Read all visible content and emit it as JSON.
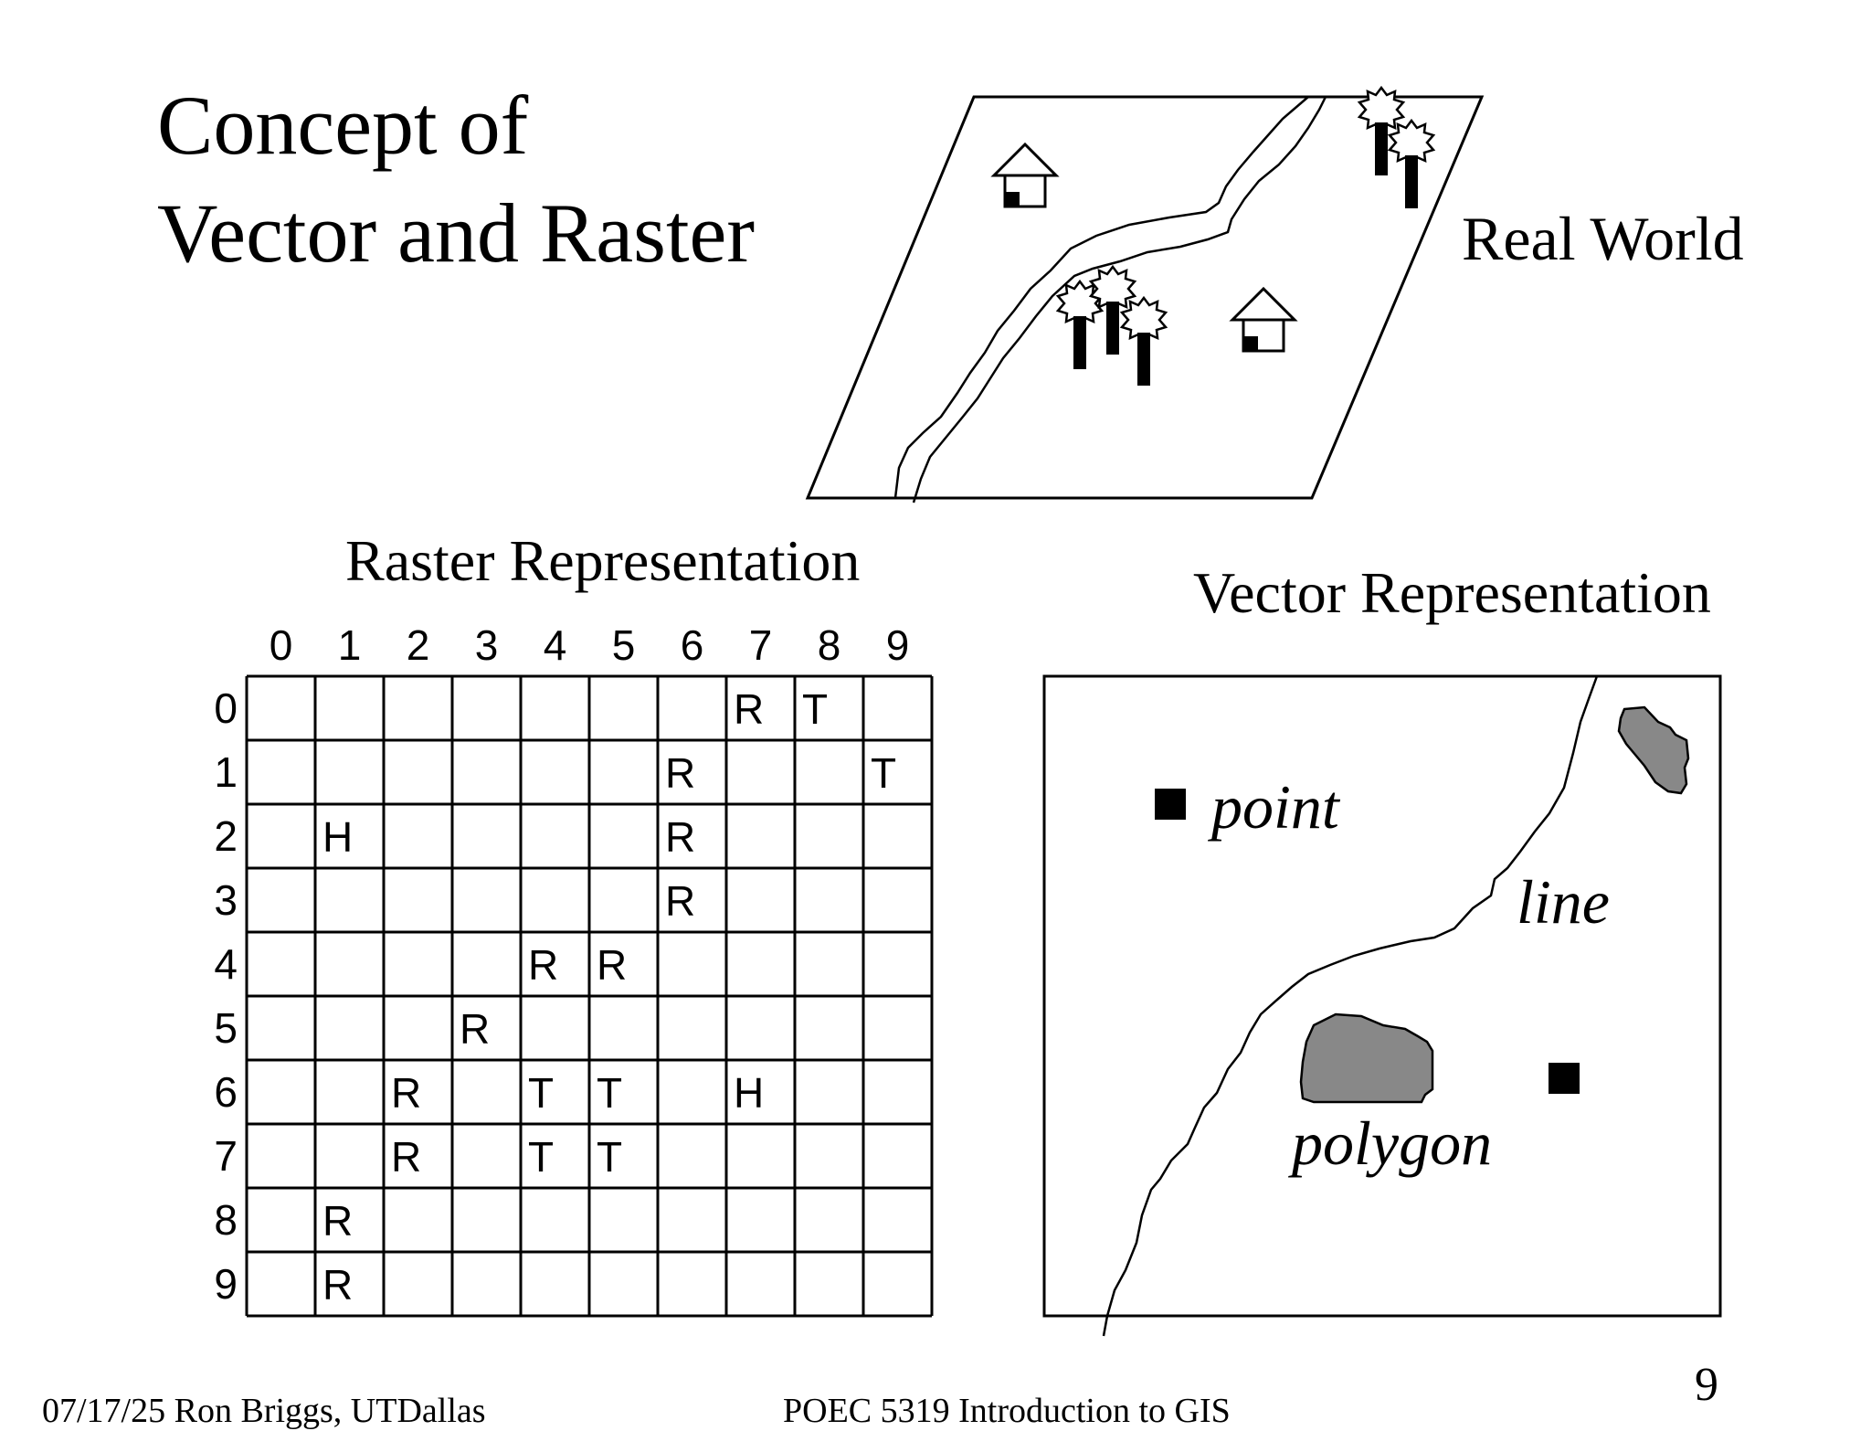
{
  "slide": {
    "title_line1": "Concept of",
    "title_line2": "Vector and Raster",
    "real_world_label": "Real World",
    "raster_title": "Raster Representation",
    "vector_title": "Vector Representation",
    "page_number": "9",
    "footer_left": "07/17/25  Ron Briggs, UTDallas",
    "footer_center": "POEC 5319  Introduction to GIS"
  },
  "real_world": {
    "icons": [
      "house-icon",
      "house-icon",
      "tree-icon",
      "tree-icon",
      "tree-icon",
      "tree-icon",
      "tree-icon",
      "river"
    ]
  },
  "raster": {
    "column_labels": [
      "0",
      "1",
      "2",
      "3",
      "4",
      "5",
      "6",
      "7",
      "8",
      "9"
    ],
    "row_labels": [
      "0",
      "1",
      "2",
      "3",
      "4",
      "5",
      "6",
      "7",
      "8",
      "9"
    ],
    "cells": [
      [
        "",
        "",
        "",
        "",
        "",
        "",
        "",
        "R",
        "T",
        ""
      ],
      [
        "",
        "",
        "",
        "",
        "",
        "",
        "R",
        "",
        "",
        "T"
      ],
      [
        "",
        "H",
        "",
        "",
        "",
        "",
        "R",
        "",
        "",
        ""
      ],
      [
        "",
        "",
        "",
        "",
        "",
        "",
        "R",
        "",
        "",
        ""
      ],
      [
        "",
        "",
        "",
        "",
        "R",
        "R",
        "",
        "",
        "",
        ""
      ],
      [
        "",
        "",
        "",
        "R",
        "",
        "",
        "",
        "",
        "",
        ""
      ],
      [
        "",
        "",
        "R",
        "",
        "T",
        "T",
        "",
        "H",
        "",
        ""
      ],
      [
        "",
        "",
        "R",
        "",
        "T",
        "T",
        "",
        "",
        "",
        ""
      ],
      [
        "",
        "R",
        "",
        "",
        "",
        "",
        "",
        "",
        "",
        ""
      ],
      [
        "",
        "R",
        "",
        "",
        "",
        "",
        "",
        "",
        "",
        ""
      ]
    ]
  },
  "vector": {
    "point_label": "point",
    "line_label": "line",
    "polygon_label": "polygon",
    "polygon_fill": "#888888"
  }
}
